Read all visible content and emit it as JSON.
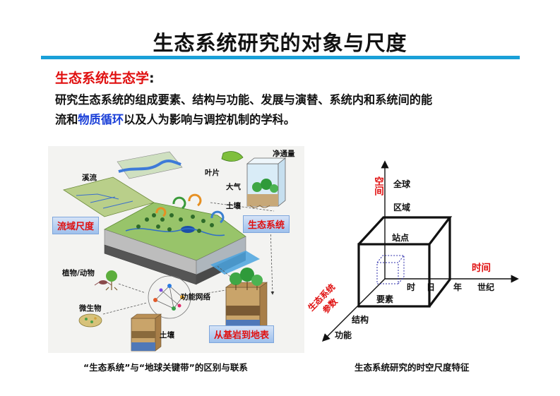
{
  "title": "生态系统研究的对象与尺度",
  "definition": {
    "heading": "生态系统生态学",
    "colon": ":",
    "line1": "研究生态系统的组成要素、结构与功能、发展与演替、系统内和系统间的能",
    "line2_pre": "流和",
    "line2_highlight": "物质循环",
    "line2_post": "以及人为影响与调控机制的学科。"
  },
  "left_figure": {
    "labels": {
      "stream": "溪流",
      "leaf": "叶片",
      "net_flux": "净通量",
      "atmosphere": "大气",
      "soil_top": "土壤",
      "plants_animals": "植物/动物",
      "microbes": "微生物",
      "functional_network": "功能网络",
      "soil_bottom": "土壤"
    },
    "badges": {
      "watershed_scale": "流域尺度",
      "ecosystem": "生态系统",
      "bedrock_to_surface": "从基岩到地表"
    },
    "caption": "“生态系统”与“地球关键带”的区别与联系"
  },
  "right_figure": {
    "axis_space": "空间",
    "axis_time": "时间",
    "axis_ecosystem_line1": "生态系统",
    "axis_ecosystem_line2": "参数",
    "space_ticks": [
      "全球",
      "区域",
      "站点"
    ],
    "time_ticks": [
      "时",
      "日",
      "年",
      "世纪"
    ],
    "param_ticks": [
      "要素",
      "结构",
      "功能"
    ],
    "caption": "生态系统研究的时空尺度特征"
  },
  "colors": {
    "title_bar": "#1aa0d8",
    "red_text": "#e01010",
    "highlight_blue": "#1a3fd8"
  }
}
